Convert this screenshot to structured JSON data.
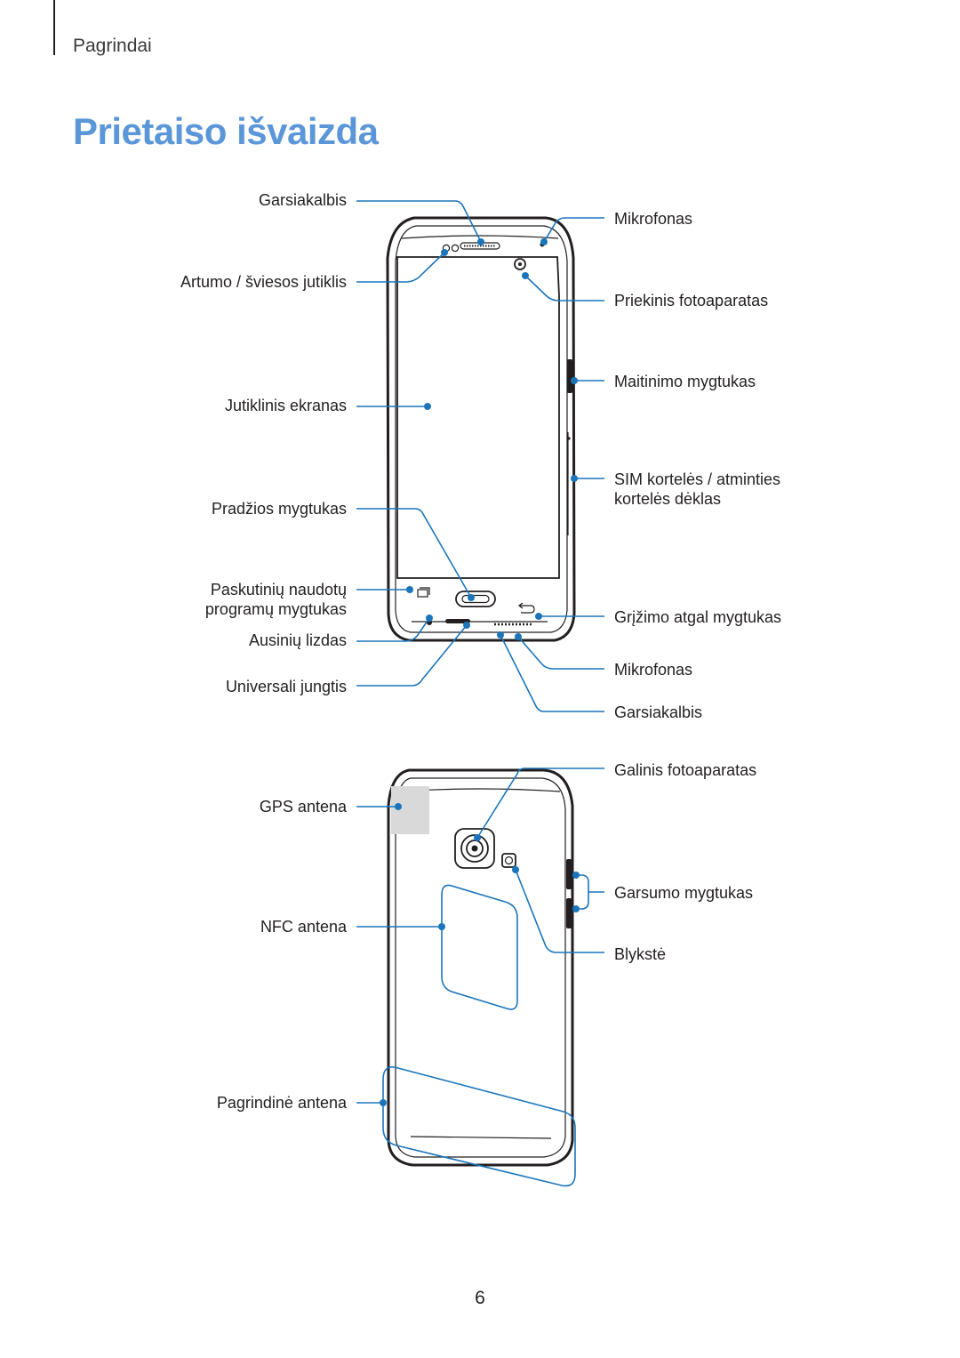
{
  "header": {
    "section": "Pagrindai"
  },
  "title": "Prietaiso išvaizda",
  "front_labels_left": {
    "speaker": "Garsiakalbis",
    "proximity_sensor": "Artumo / šviesos jutiklis",
    "touchscreen": "Jutiklinis ekranas",
    "home_key": "Pradžios mygtukas",
    "recent_apps_line1": "Paskutinių naudotų",
    "recent_apps_line2": "programų mygtukas",
    "headset_jack": "Ausinių lizdas",
    "multipurpose_jack": "Universali jungtis"
  },
  "front_labels_right": {
    "microphone_top": "Mikrofonas",
    "front_camera": "Priekinis fotoaparatas",
    "power_key": "Maitinimo mygtukas",
    "sim_tray_line1": "SIM kortelės / atminties",
    "sim_tray_line2": "kortelės dėklas",
    "back_key": "Grįžimo atgal mygtukas",
    "microphone_bottom": "Mikrofonas",
    "speaker_bottom": "Garsiakalbis"
  },
  "back_labels_left": {
    "gps_antenna": "GPS antena",
    "nfc_antenna": "NFC antena",
    "main_antenna": "Pagrindinė antena"
  },
  "back_labels_right": {
    "rear_camera": "Galinis fotoaparatas",
    "volume_key": "Garsumo mygtukas",
    "flash": "Blykstė"
  },
  "colors": {
    "accent": "#5b97d8",
    "callout": "#1b75bb",
    "gps_area": "#d9d9d9"
  },
  "page_number": "6"
}
